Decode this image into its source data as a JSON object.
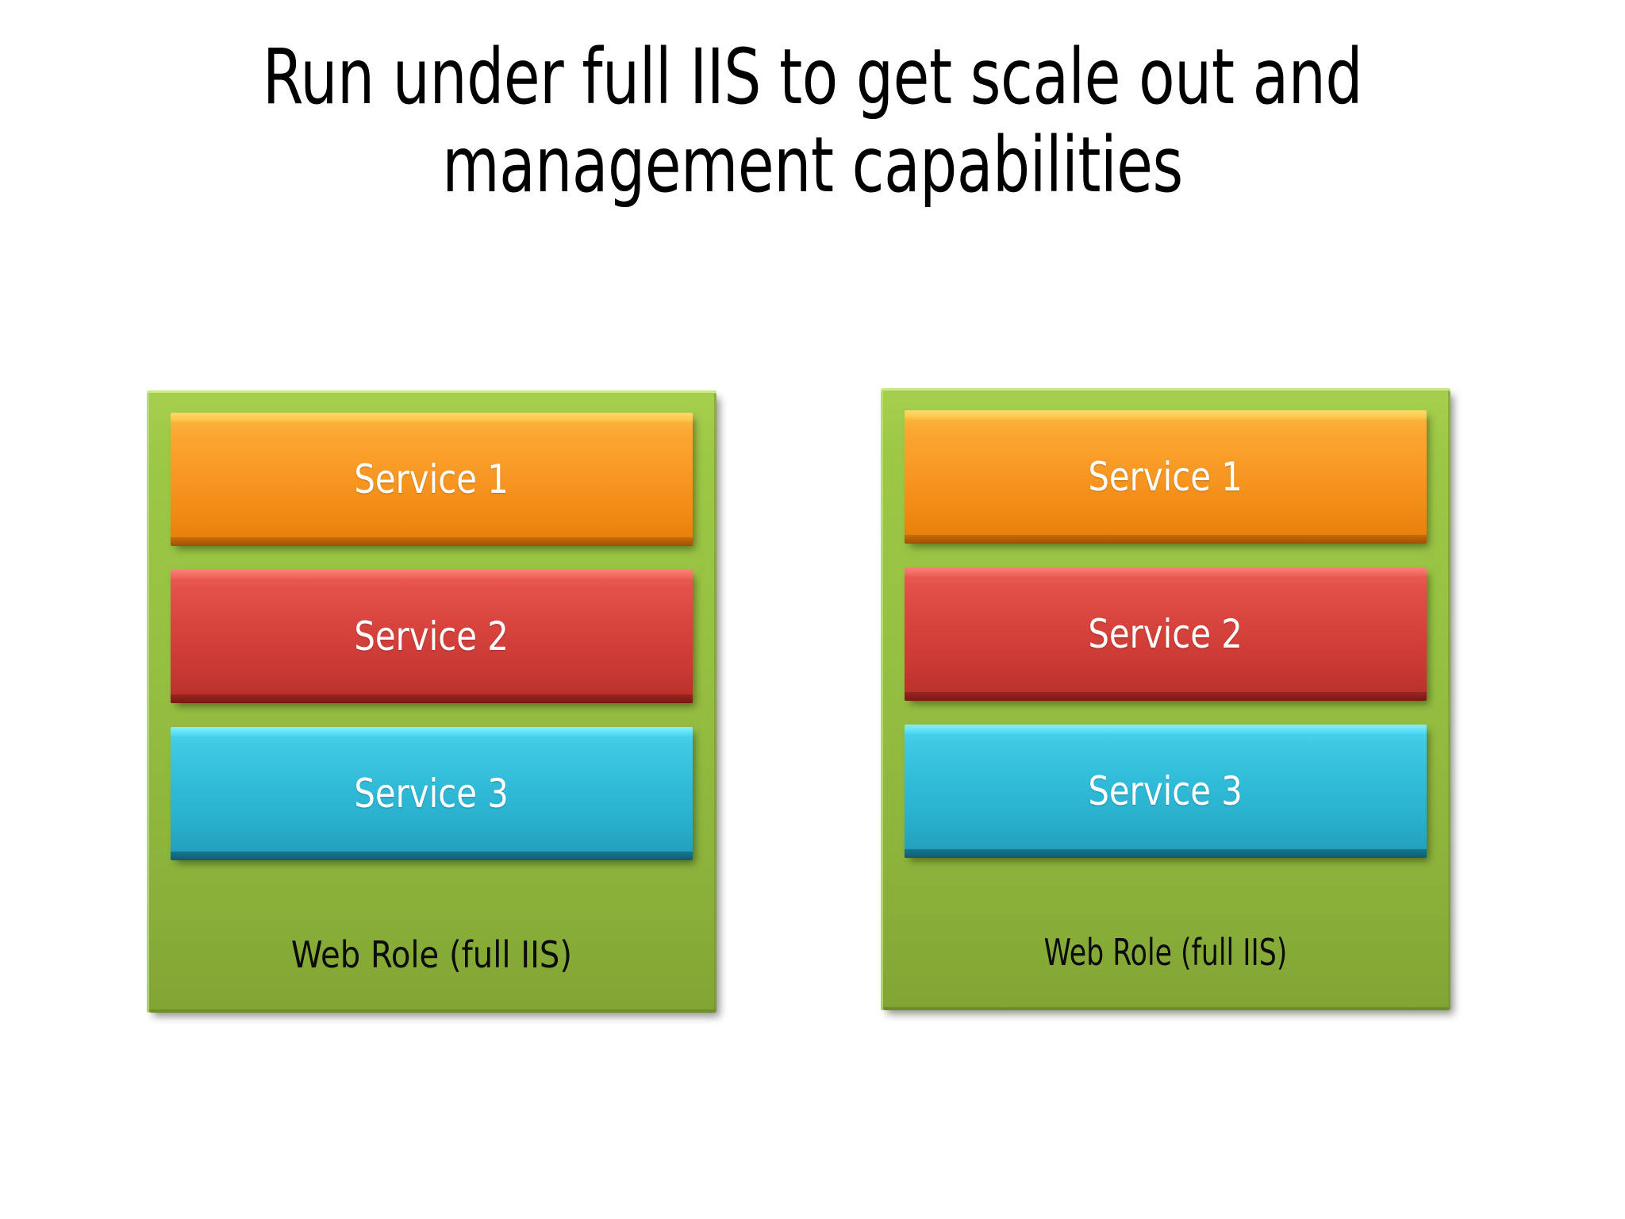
{
  "slide": {
    "background_color": "#FFFFFF",
    "title": "Run under full IIS to get scale out and\nmanagement capabilities"
  },
  "palette": {
    "green_container": "#95BF41",
    "green_highlight": "#CDEB8C",
    "green_shadow": "#6C882A",
    "orange_service": "#F99A26",
    "orange_highlight": "#FFD96B",
    "orange_shadow": "#9C5206",
    "red_service": "#CC3A35",
    "red_highlight": "#F98179",
    "red_shadow": "#751A16",
    "blue_service": "#31BCD9",
    "blue_highlight": "#85F0FF",
    "blue_shadow": "#0F5C70",
    "service_label_color": "#FFFFFF",
    "caption_color": "#0B0B0B",
    "title_color": "#000000"
  },
  "diagram": {
    "type": "two-identical-web-role-stacks",
    "roles": [
      {
        "id": "web-role-left",
        "caption": "Web Role (full IIS)",
        "services": [
          {
            "label": "Service 1",
            "color": "#F99A26",
            "color_name": "orange"
          },
          {
            "label": "Service 2",
            "color": "#CC3A35",
            "color_name": "red"
          },
          {
            "label": "Service 3",
            "color": "#31BCD9",
            "color_name": "blue"
          }
        ]
      },
      {
        "id": "web-role-right",
        "caption": "Web Role (full IIS)",
        "services": [
          {
            "label": "Service 1",
            "color": "#F99A26",
            "color_name": "orange"
          },
          {
            "label": "Service 2",
            "color": "#CC3A35",
            "color_name": "red"
          },
          {
            "label": "Service 3",
            "color": "#31BCD9",
            "color_name": "blue"
          }
        ]
      }
    ]
  }
}
